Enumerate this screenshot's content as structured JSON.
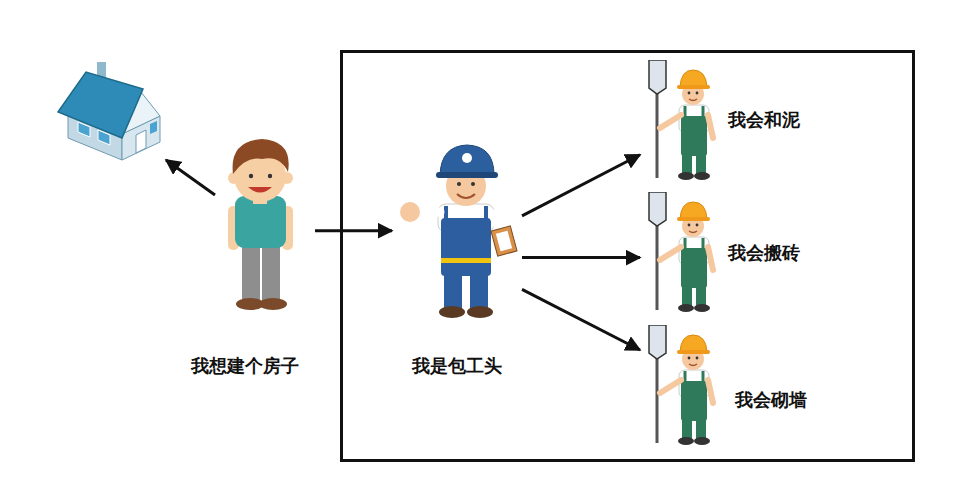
{
  "diagram": {
    "nodes": [
      {
        "text": [
          "我想建个房子"
        ]
      },
      {
        "text": []
      },
      {
        "text": [
          "我是包工头"
        ],
        "in": 1
      },
      {
        "text": [
          "我会和泥"
        ],
        "in": 1
      },
      {
        "text": [
          "我会搬砖"
        ],
        "in": 1
      },
      {
        "text": [
          "我会砌墙"
        ],
        "in": 1
      }
    ],
    "edges": [
      {
        "from": 0,
        "to": 2,
        "arrow": "to"
      },
      {
        "from": 2,
        "to": 3,
        "arrow": "to"
      },
      {
        "from": 2,
        "to": 4,
        "arrow": "to"
      },
      {
        "from": 2,
        "to": 5,
        "arrow": "to"
      }
    ]
  }
}
